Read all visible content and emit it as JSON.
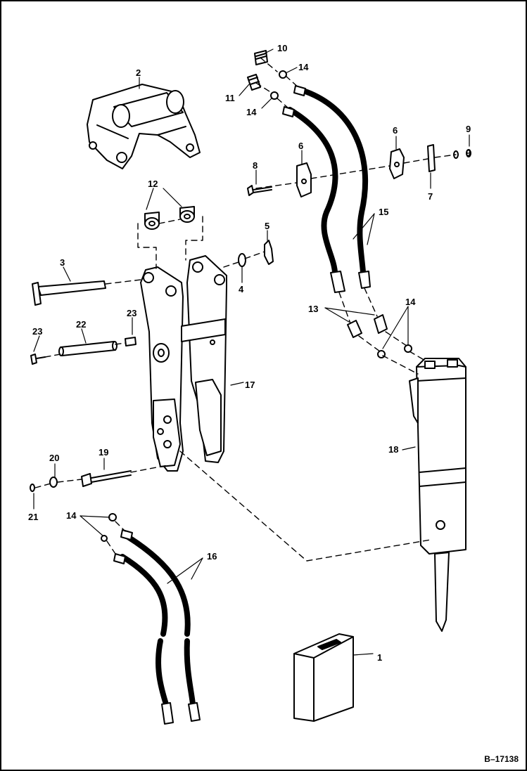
{
  "figure_id": "B–17138",
  "callouts": {
    "c1": "1",
    "c2": "2",
    "c3": "3",
    "c4": "4",
    "c5": "5",
    "c6a": "6",
    "c6b": "6",
    "c7": "7",
    "c8": "8",
    "c9a": "9",
    "c9b": "9",
    "c10": "10",
    "c11": "11",
    "c12": "12",
    "c13": "13",
    "c14a": "14",
    "c14b": "14",
    "c14c": "14",
    "c14d": "14",
    "c15": "15",
    "c16": "16",
    "c17": "17",
    "c18": "18",
    "c19": "19",
    "c20": "20",
    "c21": "21",
    "c22": "22",
    "c23a": "23",
    "c23b": "23"
  }
}
